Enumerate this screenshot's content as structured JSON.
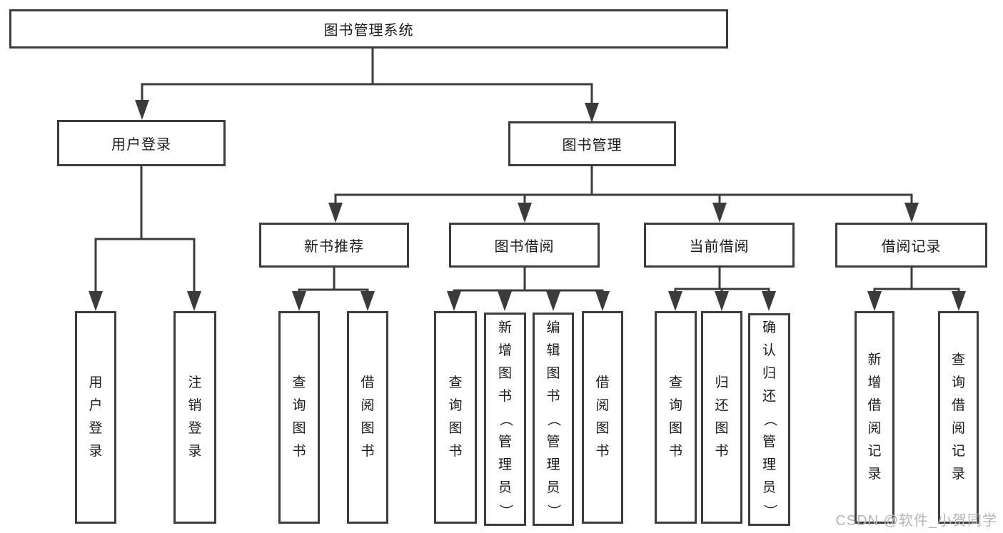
{
  "diagram": {
    "title": "图书管理系统",
    "type": "functional-structure-tree",
    "watermark": "CSDN @软件_小贺同学",
    "colors": {
      "line": "#3b3b3b",
      "box_border": "#3c3c3c",
      "text": "#1a1a1a",
      "background": "#ffffff",
      "watermark": "#b5b5b5"
    },
    "tree": {
      "label": "图书管理系统",
      "children": [
        {
          "label": "用户登录",
          "children": [
            {
              "label": "用户登录"
            },
            {
              "label": "注销登录"
            }
          ]
        },
        {
          "label": "图书管理",
          "children": [
            {
              "label": "新书推荐",
              "children": [
                {
                  "label": "查询图书"
                },
                {
                  "label": "借阅图书"
                }
              ]
            },
            {
              "label": "图书借阅",
              "children": [
                {
                  "label": "查询图书"
                },
                {
                  "label": "新增图书（管理员）"
                },
                {
                  "label": "编辑图书（管理员）"
                },
                {
                  "label": "借阅图书"
                }
              ]
            },
            {
              "label": "当前借阅",
              "children": [
                {
                  "label": "查询图书"
                },
                {
                  "label": "归还图书"
                },
                {
                  "label": "确认归还（管理员）"
                }
              ]
            },
            {
              "label": "借阅记录",
              "children": [
                {
                  "label": "新增借阅记录"
                },
                {
                  "label": "查询借阅记录"
                }
              ]
            }
          ]
        }
      ]
    }
  }
}
